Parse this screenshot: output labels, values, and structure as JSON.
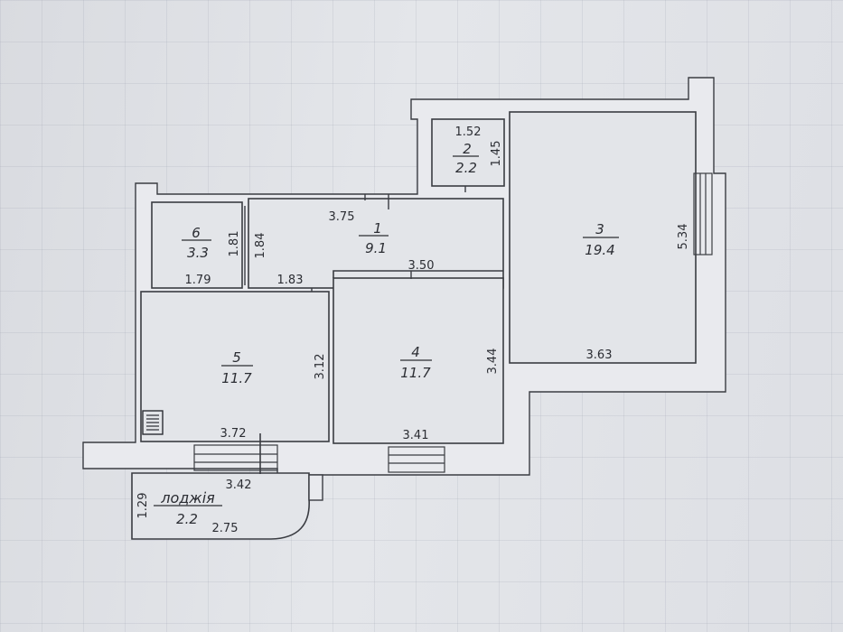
{
  "plan": {
    "rooms": [
      {
        "id": "1",
        "area": "9.1"
      },
      {
        "id": "2",
        "area": "2.2"
      },
      {
        "id": "3",
        "area": "19.4"
      },
      {
        "id": "4",
        "area": "11.7"
      },
      {
        "id": "5",
        "area": "11.7"
      },
      {
        "id": "6",
        "area": "3.3"
      }
    ],
    "loggia": {
      "label": "лоджія",
      "area": "2.2"
    },
    "dimensions": {
      "r2_width": "1.52",
      "r2_height": "1.45",
      "r1_top": "3.75",
      "r1_bottom_right": "3.50",
      "r1_bottom_left": "1.83",
      "r6_height": "1.81",
      "r1_height": "1.84",
      "r6_width": "1.79",
      "r3_height": "5.34",
      "r3_width": "3.63",
      "r4_height": "3.44",
      "r4_width": "3.41",
      "r5_height": "3.12",
      "r5_width": "3.72",
      "loggia_top": "3.42",
      "loggia_height": "1.29",
      "loggia_width": "2.75"
    }
  }
}
